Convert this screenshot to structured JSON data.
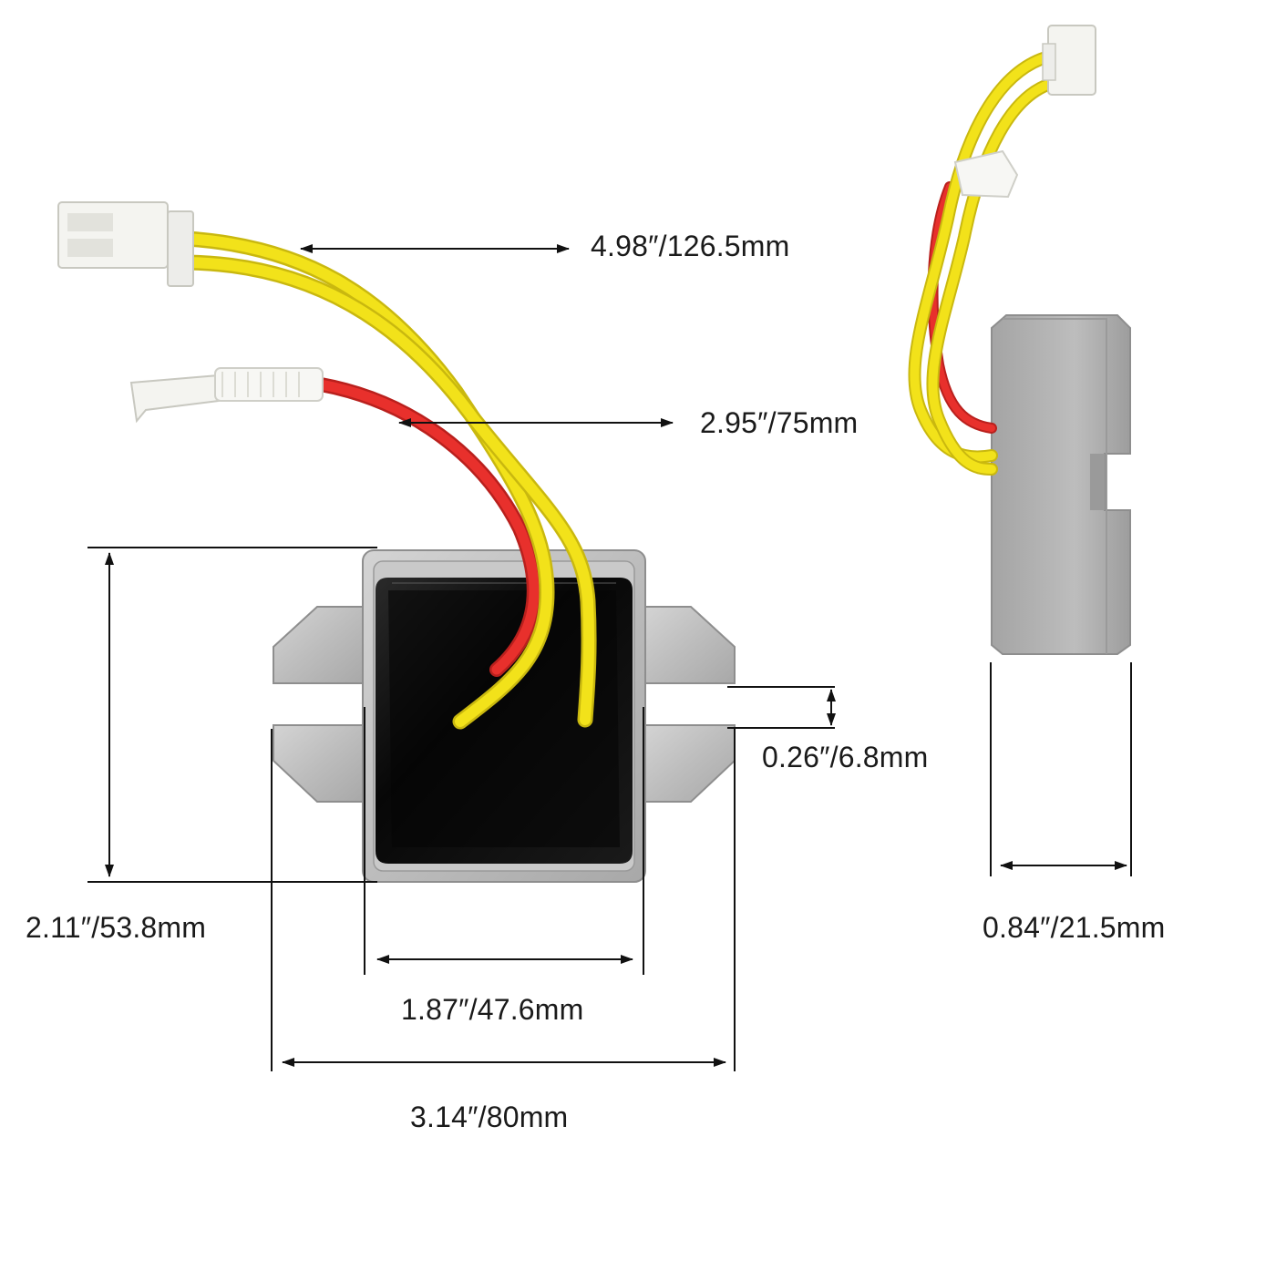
{
  "product_photo": {
    "wire_colors": {
      "yellow": "#f2e21a",
      "red": "#e8302c"
    },
    "body_colors": {
      "metal": "#b9b9b9",
      "potting": "#0e0e0e"
    }
  },
  "dimensions": {
    "wire_length_yellow": "4.98″/126.5mm",
    "wire_length_red": "2.95″/75mm",
    "slot_width": "0.26″/6.8mm",
    "height": "2.11″/53.8mm",
    "body_width": "1.87″/47.6mm",
    "overall_width": "3.14″/80mm",
    "thickness": "0.84″/21.5mm"
  }
}
